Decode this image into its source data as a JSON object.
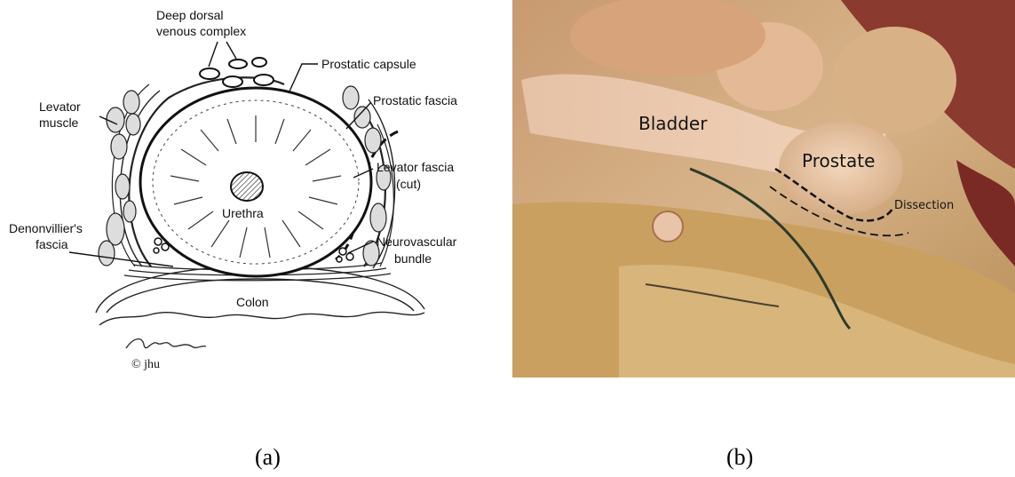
{
  "panel_a": {
    "labels": {
      "deep_dorsal_1": "Deep dorsal",
      "deep_dorsal_2": "venous complex",
      "prostatic_capsule": "Prostatic capsule",
      "prostatic_fascia": "Prostatic fascia",
      "levator_muscle_1": "Levator",
      "levator_muscle_2": "muscle",
      "levator_fascia_1": "Levator fascia",
      "levator_fascia_2": "(cut)",
      "urethra": "Urethra",
      "denonvillier_1": "Denonvillier's",
      "denonvillier_2": "fascia",
      "neurovascular_1": "Neurovascular",
      "neurovascular_2": "bundle",
      "colon": "Colon",
      "copyright": "© jhu"
    },
    "caption": "(a)"
  },
  "panel_b": {
    "labels": {
      "bladder": "Bladder",
      "prostate": "Prostate",
      "dissection": "Dissection"
    },
    "caption": "(b)"
  }
}
